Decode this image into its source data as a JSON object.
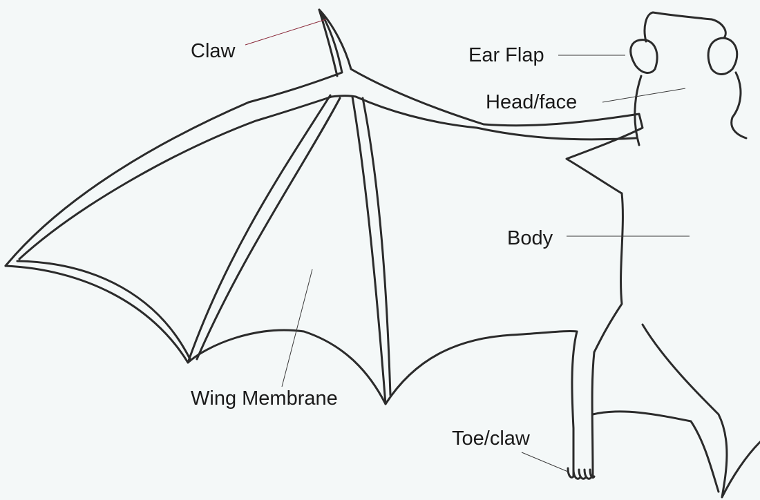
{
  "diagram": {
    "labels": {
      "claw": "Claw",
      "ear_flap": "Ear Flap",
      "head_face": "Head/face",
      "body": "Body",
      "wing_membrane": "Wing Membrane",
      "toe_claw": "Toe/claw"
    }
  },
  "colors": {
    "background": "#f4f8f8",
    "line": "#2b2b2b",
    "claw_leader": "#8a2a3a"
  }
}
